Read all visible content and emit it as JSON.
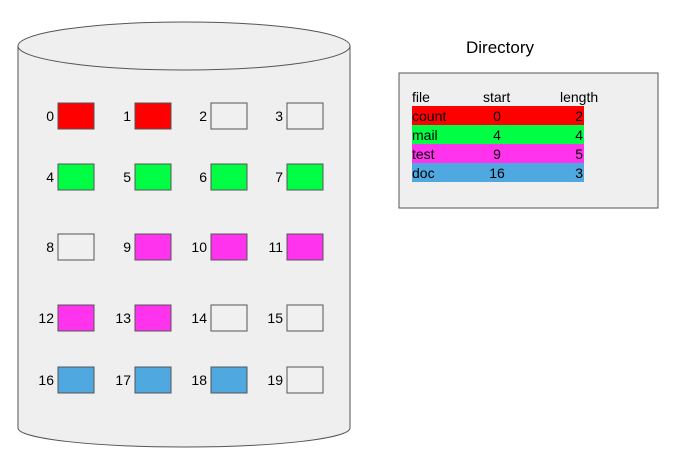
{
  "directory": {
    "title": "Directory",
    "headers": [
      "file",
      "start",
      "length"
    ],
    "entries": [
      {
        "file": "count",
        "start": "0",
        "length": "2",
        "color": "#ff0000"
      },
      {
        "file": "mail",
        "start": "4",
        "length": "4",
        "color": "#00ff44"
      },
      {
        "file": "test",
        "start": "9",
        "length": "5",
        "color": "#ff33ee"
      },
      {
        "file": "doc",
        "start": "16",
        "length": "3",
        "color": "#4fa8e0"
      }
    ]
  },
  "disk": {
    "blocks": [
      {
        "label": "0",
        "file": "count"
      },
      {
        "label": "1",
        "file": "count"
      },
      {
        "label": "2",
        "file": ""
      },
      {
        "label": "3",
        "file": ""
      },
      {
        "label": "4",
        "file": "mail"
      },
      {
        "label": "5",
        "file": "mail"
      },
      {
        "label": "6",
        "file": "mail"
      },
      {
        "label": "7",
        "file": "mail"
      },
      {
        "label": "8",
        "file": ""
      },
      {
        "label": "9",
        "file": "test"
      },
      {
        "label": "10",
        "file": "test"
      },
      {
        "label": "11",
        "file": "test"
      },
      {
        "label": "12",
        "file": "test"
      },
      {
        "label": "13",
        "file": "test"
      },
      {
        "label": "14",
        "file": ""
      },
      {
        "label": "15",
        "file": ""
      },
      {
        "label": "16",
        "file": "doc"
      },
      {
        "label": "17",
        "file": "doc"
      },
      {
        "label": "18",
        "file": "doc"
      },
      {
        "label": "19",
        "file": ""
      }
    ],
    "empty_color": "#f0f0f0"
  },
  "colors": {
    "cylinder_fill": "#efefef",
    "outline": "#555555"
  }
}
